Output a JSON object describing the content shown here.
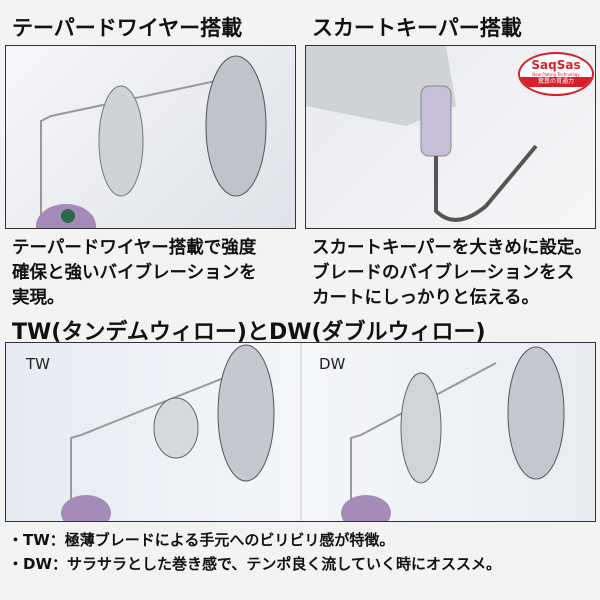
{
  "sections": {
    "tapered_wire": {
      "heading": "テーパードワイヤー搭載",
      "description": "テーパードワイヤー搭載で強度\n確保と強いバイブレーションを\n実現。"
    },
    "skirt_keeper": {
      "heading": "スカートキーパー搭載",
      "description": "スカートキーパーを大きめに設定。\nブレードのバイブレーションをス\nカートにしっかりと伝える。",
      "logo": {
        "name": "SaqSas",
        "tagline": "New Plating Technology",
        "subtext": "驚異の貫通力"
      }
    },
    "comparison": {
      "heading": "TW(タンデムウィロー)とDW(ダブルウィロー)",
      "left_label": "TW",
      "right_label": "DW",
      "bullets": [
        "・TW：極薄ブレードによる手元へのビリビリ感が特徴。",
        "・DW：サラサラとした巻き感で、テンポ良く流していく時にオススメ。"
      ]
    }
  },
  "colors": {
    "background": "#f3f3f3",
    "logo_red": "#d8202a",
    "text": "#111111"
  }
}
